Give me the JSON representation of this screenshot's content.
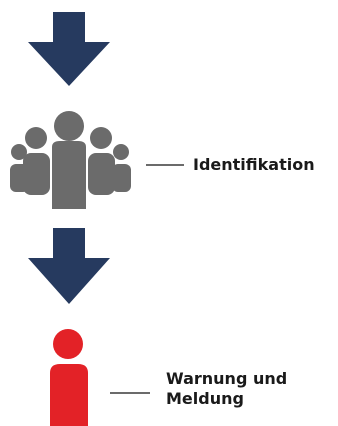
{
  "colors": {
    "arrow": "#263a5f",
    "group": "#6b6b6b",
    "person": "#e32227",
    "connector": "#3a3a3a"
  },
  "steps": [
    {
      "icon": "group-of-people-icon",
      "label": "Identifikation"
    },
    {
      "icon": "single-person-icon",
      "label_line1": "Warnung und",
      "label_line2": "Meldung"
    }
  ]
}
